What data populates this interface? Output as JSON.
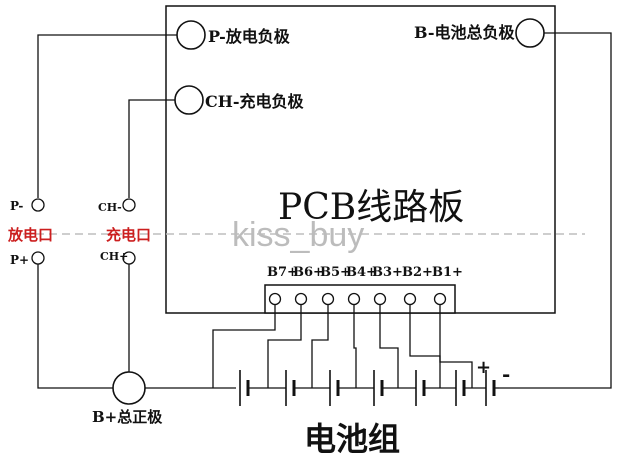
{
  "labels": {
    "p_minus_terminal": "P-放电负极",
    "b_minus_terminal": "B-电池总负极",
    "ch_minus_terminal": "CH-充电负极",
    "pcb_title": "PCB线路板",
    "left_p_minus": "P-",
    "left_p_plus": "P+",
    "discharge_port": "放电口",
    "left_ch_minus": "CH-",
    "left_ch_plus": "CH+",
    "charge_port": "充电口",
    "watermark": "kiss_buy",
    "b_plus_total": "B+总正极",
    "battery_pack": "电池组",
    "plus_sign": "+",
    "minus_sign": "-"
  },
  "cell_taps": [
    "B7+",
    "B6+",
    "B5+",
    "B4+",
    "B3+",
    "B2+",
    "B1+"
  ],
  "colors": {
    "line": "#111111",
    "accent": "#cc1f1f",
    "watermark": "#bfbfbf"
  }
}
